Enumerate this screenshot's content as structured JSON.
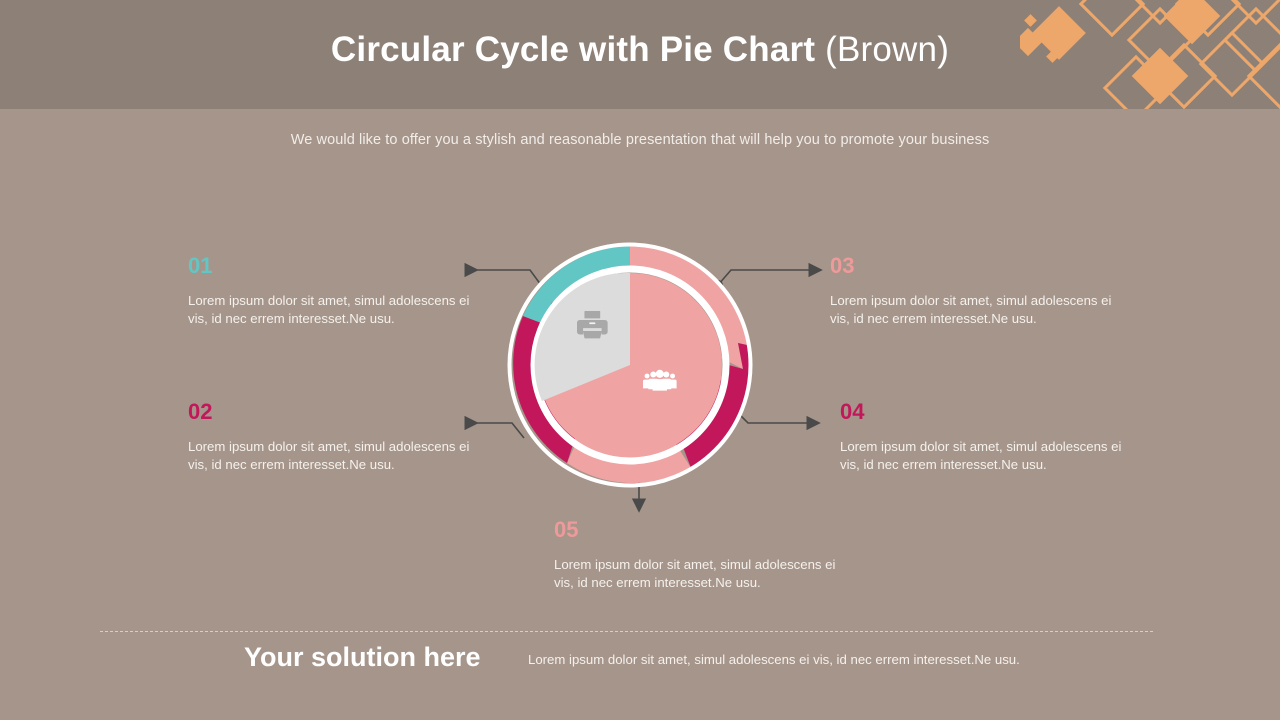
{
  "header": {
    "title_main": "Circular Cycle with Pie Chart ",
    "title_sub": "(Brown)",
    "pattern_icon": "diamond-grid-pattern"
  },
  "subtitle": "We would like to offer you a stylish and reasonable presentation that will help you to promote your business",
  "items": [
    {
      "number": "01",
      "color": "#62C6C4",
      "body": "Lorem ipsum dolor sit amet, simul adolescens ei vis, id nec errem interesset.Ne usu."
    },
    {
      "number": "02",
      "color": "#C2185B",
      "body": "Lorem ipsum dolor sit amet, simul adolescens ei vis, id nec errem interesset.Ne usu."
    },
    {
      "number": "03",
      "color": "#EE9A9A",
      "body": "Lorem ipsum dolor sit amet, simul adolescens ei vis, id nec errem interesset.Ne usu."
    },
    {
      "number": "04",
      "color": "#C2185B",
      "body": "Lorem ipsum dolor sit amet, simul adolescens ei vis, id nec errem interesset.Ne usu."
    },
    {
      "number": "05",
      "color": "#EE9A9A",
      "body": "Lorem ipsum dolor sit amet, simul adolescens ei vis, id nec errem interesset.Ne usu."
    }
  ],
  "diagram": {
    "center_icons": [
      {
        "name": "printer-icon",
        "color": "#A8A8A8"
      },
      {
        "name": "people-group-icon",
        "color": "#FFFFFF"
      }
    ],
    "ring_segments": [
      {
        "name": "ring-segment-teal",
        "color": "#62C6C4"
      },
      {
        "name": "ring-segment-salmon",
        "color": "#F0A3A3"
      },
      {
        "name": "ring-segment-magenta",
        "color": "#C2185B"
      }
    ],
    "pie_slices": [
      {
        "name": "pie-slice-grey",
        "color": "#DCDCDC",
        "value": 28
      },
      {
        "name": "pie-slice-salmon",
        "color": "#F0A3A3",
        "value": 72
      }
    ]
  },
  "chart_data": {
    "type": "pie",
    "title": "Circular Cycle with Pie Chart (Brown)",
    "categories": [
      "Printing",
      "People"
    ],
    "values": [
      28,
      72
    ],
    "colors": [
      "#DCDCDC",
      "#F0A3A3"
    ],
    "legend": "none",
    "labels": [
      "01",
      "02",
      "03",
      "04",
      "05"
    ]
  },
  "footer": {
    "title": "Your solution here",
    "text": "Lorem ipsum dolor sit amet, simul adolescens ei vis, id nec errem interesset.Ne usu."
  },
  "colors": {
    "header_bg": "#8C8077",
    "body_bg": "#A6958A",
    "accent_orange": "#EDA76B",
    "teal": "#62C6C4",
    "magenta": "#C2185B",
    "salmon": "#F0A3A3",
    "grey": "#DCDCDC",
    "connector": "#4A4A4A"
  }
}
